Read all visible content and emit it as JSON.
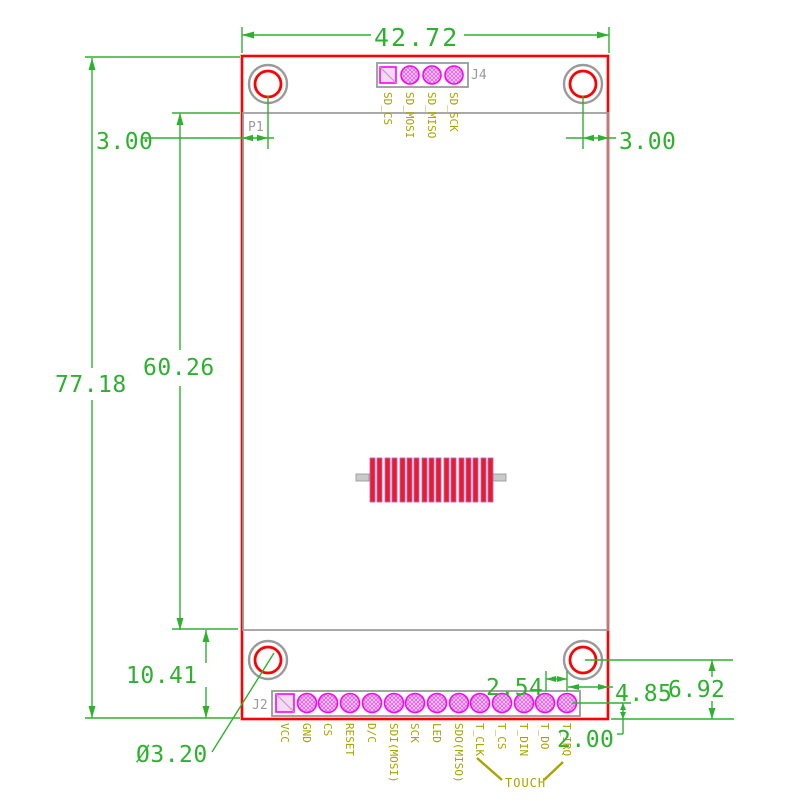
{
  "drawing": {
    "title_hint": "TFT LCD module PCB dimensional drawing",
    "units_scale": "millimeters",
    "dims": {
      "width_overall": "42.72",
      "height_overall": "77.18",
      "display_height": "60.26",
      "bottom_margin": "10.41",
      "hole_offset_left": "3.00",
      "hole_offset_right": "3.00",
      "pin_pitch": "2.54",
      "pin_to_edge": "4.85",
      "hole_to_bottom_edge": "6.92",
      "pin_row_to_edge": "2.00",
      "hole_diameter": "Ø3.20"
    },
    "refs": {
      "p1": "P1",
      "j4": "J4",
      "j2": "J2",
      "touch": "TOUCH"
    },
    "j4": {
      "pins": [
        "SD_CS",
        "SD_MOSI",
        "SD_MISO",
        "SD_SCK"
      ]
    },
    "j2": {
      "pins": [
        "VCC",
        "GND",
        "CS",
        "RESET",
        "D/C",
        "SDI(MOSI)",
        "SCK",
        "LED",
        "SDO(MISO)",
        "T_CLK",
        "T_CS",
        "T_DIN",
        "T_DO",
        "T_IRQ"
      ]
    },
    "colors": {
      "dimension_green": "#2eb12e",
      "board_red": "#ff0000",
      "silk_gray": "#9a9a9a",
      "pin_magenta": "#ff00ff",
      "label_olive": "#a9a400",
      "bar_red": "#ed1c24"
    }
  }
}
